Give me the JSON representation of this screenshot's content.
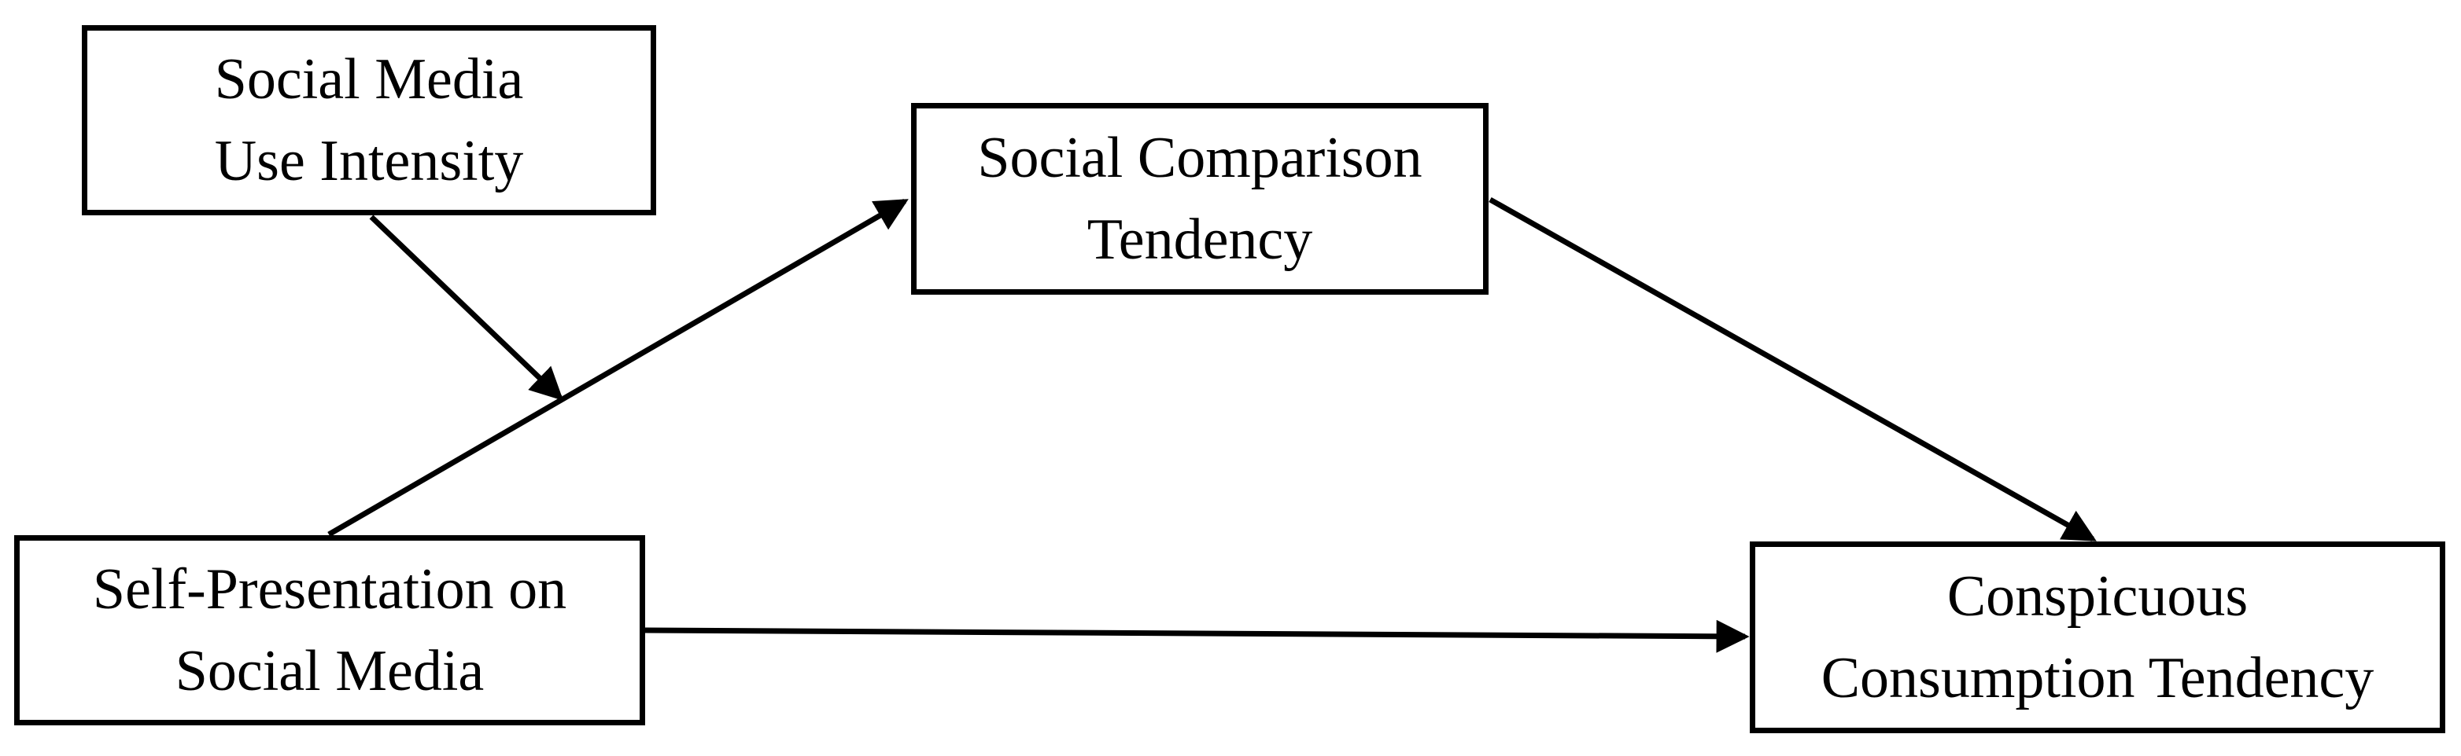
{
  "diagram": {
    "nodes": {
      "moderator": {
        "line1": "Social Media",
        "line2": "Use Intensity"
      },
      "mediator": {
        "line1": "Social Comparison",
        "line2": "Tendency"
      },
      "predictor": {
        "line1": "Self-Presentation on",
        "line2": "Social Media"
      },
      "outcome": {
        "line1": "Conspicuous",
        "line2": "Consumption Tendency"
      }
    },
    "edges": [
      {
        "from": "predictor",
        "to": "mediator"
      },
      {
        "from": "mediator",
        "to": "outcome"
      },
      {
        "from": "predictor",
        "to": "outcome"
      },
      {
        "from": "moderator",
        "to": "predictor-mediator-path"
      }
    ],
    "colors": {
      "stroke": "#000000",
      "background": "#ffffff"
    }
  }
}
